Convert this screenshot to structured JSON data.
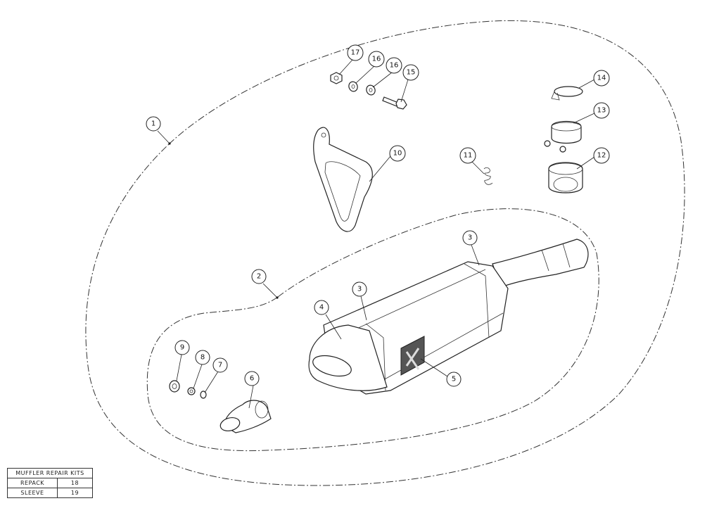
{
  "diagram": {
    "callouts": {
      "c1": "1",
      "c2": "2",
      "c3a": "3",
      "c3b": "3",
      "c4": "4",
      "c5": "5",
      "c6": "6",
      "c7": "7",
      "c8": "8",
      "c9": "9",
      "c10": "10",
      "c11": "11",
      "c12": "12",
      "c13": "13",
      "c14": "14",
      "c15": "15",
      "c16a": "16",
      "c16b": "16",
      "c17": "17"
    }
  },
  "kits_table": {
    "title": "MUFFLER REPAIR KITS",
    "rows": [
      {
        "name": "REPACK",
        "number": "18"
      },
      {
        "name": "SLEEVE",
        "number": "19"
      }
    ]
  }
}
